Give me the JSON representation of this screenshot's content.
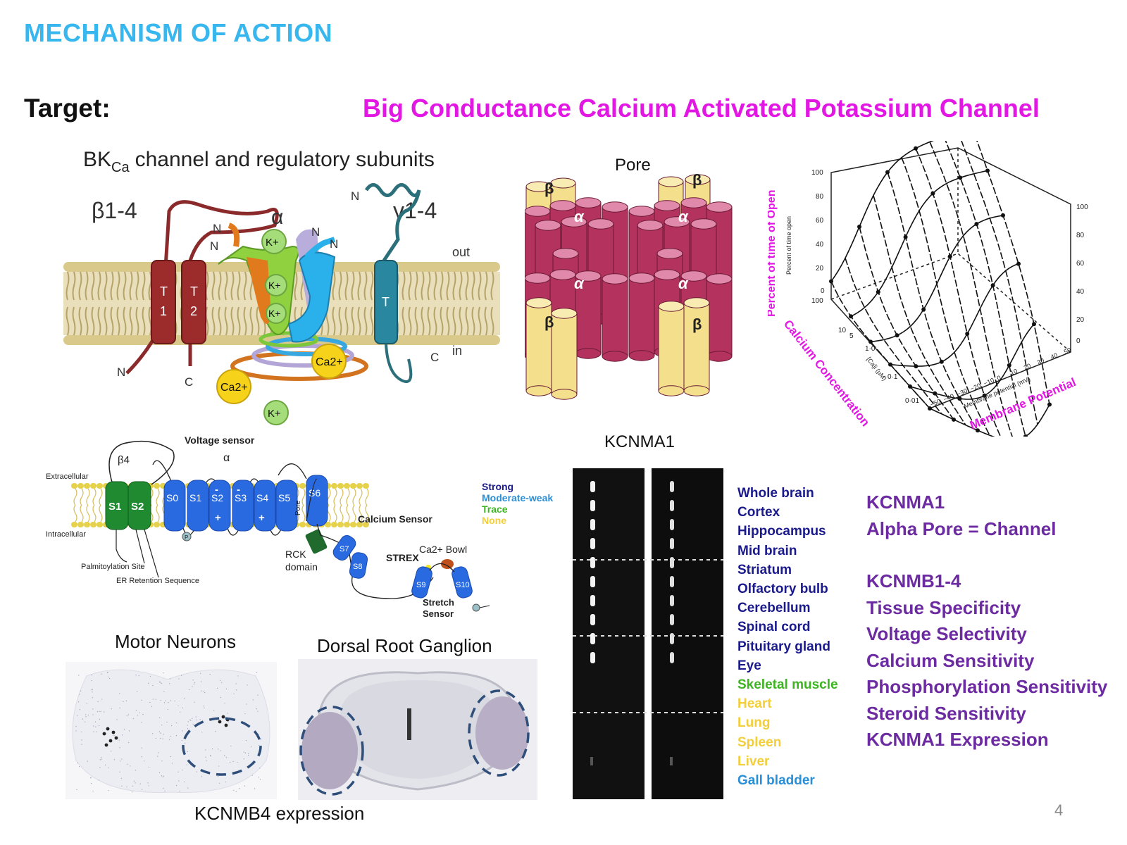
{
  "slide": {
    "heading": "MECHANISM OF ACTION",
    "target_label": "Target:",
    "target_value": "Big Conductance Calcium Activated Potassium Channel",
    "page_number": "4"
  },
  "bk_diagram": {
    "title_main": "BK",
    "title_sub": "Ca",
    "title_rest": "channel and regulatory subunits",
    "beta_label": "β1-4",
    "alpha_label": "α",
    "gamma_label": "γ1-4",
    "out_label": "out",
    "in_label": "in",
    "t1_a": "T",
    "t1_b": "1",
    "t2_a": "T",
    "t2_b": "2",
    "t_gamma": "T",
    "n_label": "N",
    "c_label": "C",
    "k_ion": "K+",
    "ca_ion": "Ca2+"
  },
  "pore": {
    "label": "Pore",
    "alpha": "α",
    "beta": "β"
  },
  "plot3d": {
    "zlabel": "Percent of time of Open",
    "zlabel_small": "Percent of time open",
    "xlabel": "Calcium Concentration",
    "xlabel_small": "[Ca]i (μM)",
    "ylabel": "Membrane Potential",
    "ylabel_small": "Membrane potential (mV)",
    "z_ticks": [
      "100",
      "80",
      "60",
      "40",
      "20",
      "0"
    ],
    "z_ticks_right": [
      "100",
      "80",
      "60",
      "40",
      "20",
      "0"
    ],
    "ca_ticks": [
      "100",
      "10",
      "5",
      "1·0",
      "0·1",
      "0·01"
    ],
    "v_ticks": [
      "−50",
      "−40",
      "−30",
      "−20",
      "−10",
      "0",
      "10",
      "20",
      "30",
      "40",
      "50"
    ]
  },
  "topology": {
    "voltage_sensor": "Voltage sensor",
    "alpha": "α",
    "beta4": "β4",
    "extracellular": "Extracellular",
    "intracellular": "Intracellular",
    "segments": [
      "S0",
      "S1",
      "S2",
      "S3",
      "S4",
      "S5",
      "S6"
    ],
    "beta_segments": [
      "S1",
      "S2"
    ],
    "pore": "Pore",
    "calcium_sensor": "Calcium Sensor",
    "rck": "RCK",
    "domain": "domain",
    "strex": "STREX",
    "ca_bowl": "Ca2+ Bowl",
    "s7": "S7",
    "s8": "S8",
    "s9": "S9",
    "s10": "S10",
    "stretch": "Stretch",
    "sensor": "Sensor",
    "palmitoylation": "Palmitoylation Site",
    "er_retention": "ER Retention Sequence",
    "p": "P",
    "plus": "+",
    "minus": "-"
  },
  "expression": {
    "motor_neurons": "Motor Neurons",
    "drg": "Dorsal Root Ganglion",
    "kcnmb4_expression": "KCNMB4 expression"
  },
  "blot": {
    "title": "KCNMA1",
    "legend": [
      {
        "label": "Strong",
        "color": "#1a1a8c"
      },
      {
        "label": "Moderate-weak",
        "color": "#2a8fd6"
      },
      {
        "label": "Trace",
        "color": "#3cb521"
      },
      {
        "label": "None",
        "color": "#f2cf3a"
      }
    ],
    "tissues": [
      {
        "label": "Whole brain",
        "color": "#1a1a8c"
      },
      {
        "label": "Cortex",
        "color": "#1a1a8c"
      },
      {
        "label": "Hippocampus",
        "color": "#1a1a8c"
      },
      {
        "label": "Mid brain",
        "color": "#1a1a8c"
      },
      {
        "label": "Striatum",
        "color": "#1a1a8c"
      },
      {
        "label": "Olfactory bulb",
        "color": "#1a1a8c"
      },
      {
        "label": "Cerebellum",
        "color": "#1a1a8c"
      },
      {
        "label": "Spinal cord",
        "color": "#1a1a8c"
      },
      {
        "label": "Pituitary gland",
        "color": "#1a1a8c"
      },
      {
        "label": "Eye",
        "color": "#1a1a8c"
      },
      {
        "label": "Skeletal muscle",
        "color": "#3cb521"
      },
      {
        "label": "Heart",
        "color": "#f2cf3a"
      },
      {
        "label": "Lung",
        "color": "#f2cf3a"
      },
      {
        "label": "Spleen",
        "color": "#f2cf3a"
      },
      {
        "label": "Liver",
        "color": "#f2cf3a"
      },
      {
        "label": "Gall bladder",
        "color": "#2a8fd6"
      }
    ]
  },
  "side_notes": {
    "group1": [
      "KCNMA1",
      "Alpha Pore = Channel"
    ],
    "group2": [
      "KCNMB1-4",
      "Tissue Specificity",
      "Voltage Selectivity",
      "Calcium Sensitivity",
      "Phosphorylation Sensitivity",
      "Steroid Sensitivity",
      "KCNMA1 Expression"
    ]
  },
  "colors": {
    "heading": "#38b7ef",
    "target_value": "#e317e3",
    "side_notes": "#6c2ba0",
    "plot_axis_labels": "#e317e3"
  }
}
